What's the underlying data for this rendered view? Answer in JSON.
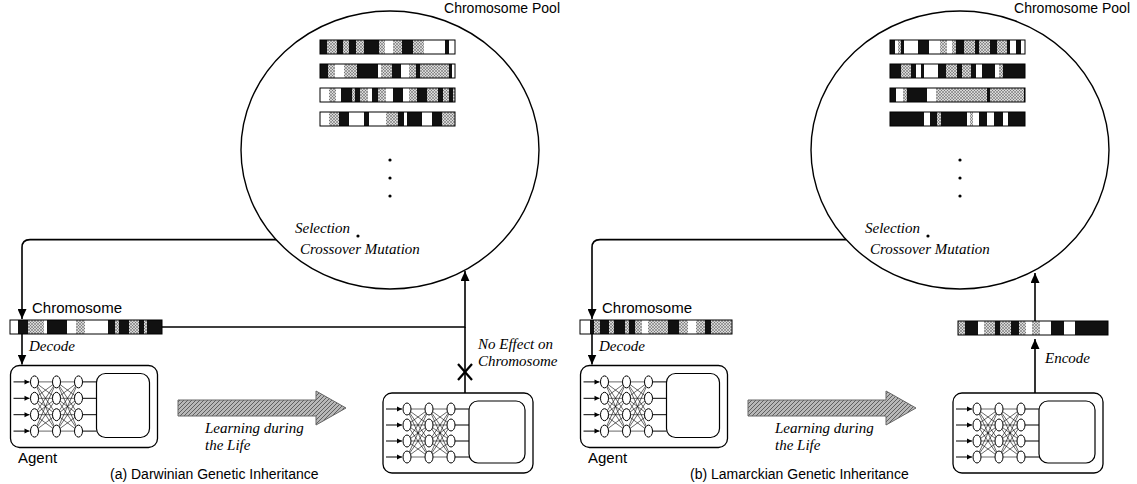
{
  "diagram": {
    "nodes": [
      {
        "text": [
          "Chromosome Pool",
          "Selection",
          "Crossover Mutation"
        ]
      },
      {
        "text": [
          "Chromosome"
        ]
      },
      {
        "text": [
          "Agent"
        ]
      },
      {
        "text": [
          "Chromosome Pool",
          "Selection",
          "Crossover Mutation"
        ]
      },
      {
        "text": [
          "Chromosome"
        ]
      },
      {
        "text": [
          "Agent"
        ]
      }
    ],
    "edges": [
      {
        "from": 0,
        "to": 1,
        "arrow": "to"
      },
      {
        "from": 1,
        "to": 2,
        "label": "Decode",
        "arrow": "to"
      },
      {
        "from": 1,
        "to": 0,
        "arrow": "to"
      },
      {
        "from": 3,
        "to": 4,
        "arrow": "to"
      },
      {
        "from": 4,
        "to": 5,
        "label": "Decode",
        "arrow": "to"
      }
    ],
    "labels": [
      "Learning during the Life",
      "No Effect on Chromosome",
      "(a) Darwinian Genetic Inheritance",
      "Learning during the Life",
      "Encode",
      "(b) Lamarckian Genetic Inheritance"
    ]
  }
}
